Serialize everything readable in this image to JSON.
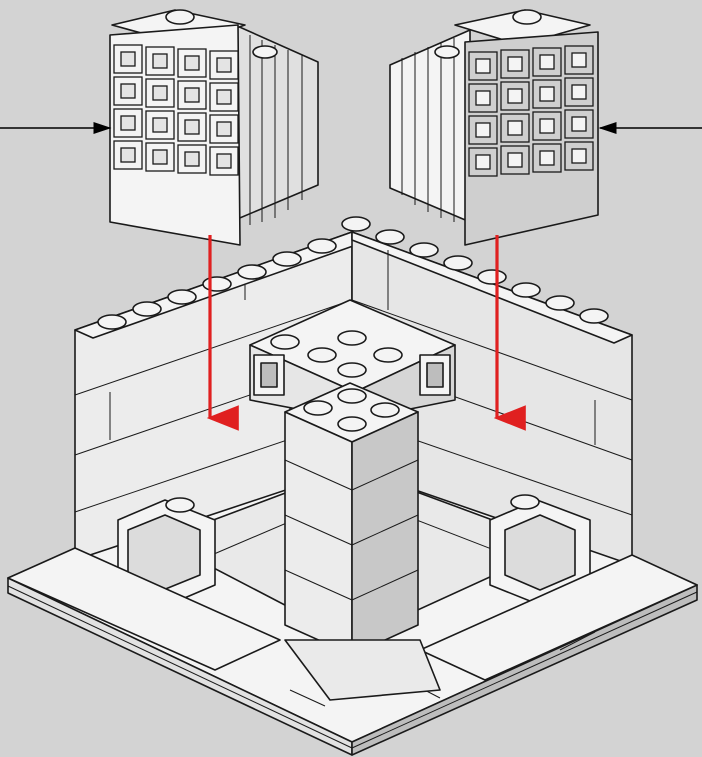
{
  "diagram": {
    "kind": "building-instruction-step",
    "background_color": "#d3d3d3",
    "part_color": "#f4f4f4",
    "shade_light": "#e2e2e2",
    "shade_dark": "#bdbdbd",
    "outline_color": "#1a1a1a",
    "placement_arrow_color": "#e02020",
    "callout_arrow_color": "#000000",
    "transparent_part_color": "#e9eef0",
    "subassemblies": [
      {
        "id": "left-wall-panel",
        "tiles_per_row": 4,
        "rows": 4,
        "tile_icon": "square-hole-tile"
      },
      {
        "id": "right-wall-panel",
        "tiles_per_row": 4,
        "rows": 4,
        "tile_icon": "square-hole-tile"
      }
    ],
    "base": {
      "corner_walls": 2,
      "central_pillar": "2x2 brick stack",
      "transparent_core": true
    }
  }
}
